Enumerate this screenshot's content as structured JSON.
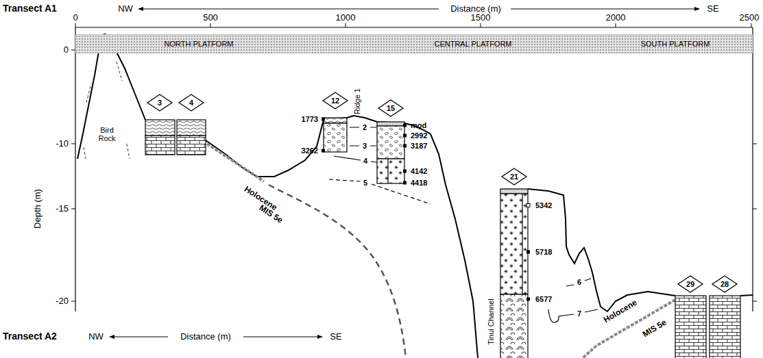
{
  "diagram": {
    "nodes": [
      {
        "text": [
          "NORTH PLATFORM",
          "CENTRAL PLATFORM",
          "SOUTH PLATFORM"
        ]
      },
      {
        "text": [
          "3"
        ]
      },
      {
        "text": [
          "4"
        ]
      },
      {
        "text": [
          "12"
        ]
      },
      {
        "text": [
          "15"
        ]
      },
      {
        "text": [
          "21"
        ]
      },
      {
        "text": [
          "29"
        ]
      },
      {
        "text": [
          "28"
        ]
      }
    ],
    "labels": [
      "Transect A1",
      "NW",
      "Distance (m)",
      "SE",
      "0",
      "500",
      "1000",
      "1500",
      "2000",
      "2500",
      "0",
      "-10",
      "-15",
      "-20",
      "Depth (m)",
      "Bird Rock",
      "Ridge 1",
      "1773",
      "3262",
      "mod",
      "2992",
      "3187",
      "4142",
      "4418",
      "2",
      "3",
      "4",
      "5",
      "Holocene",
      "MIS 5e",
      "5342",
      "5718",
      "6577",
      "6",
      "7",
      "Tinui Channel",
      "Holocene",
      "MIS 5e",
      "Transect A2",
      "NW",
      "Distance (m)",
      "SE"
    ]
  }
}
